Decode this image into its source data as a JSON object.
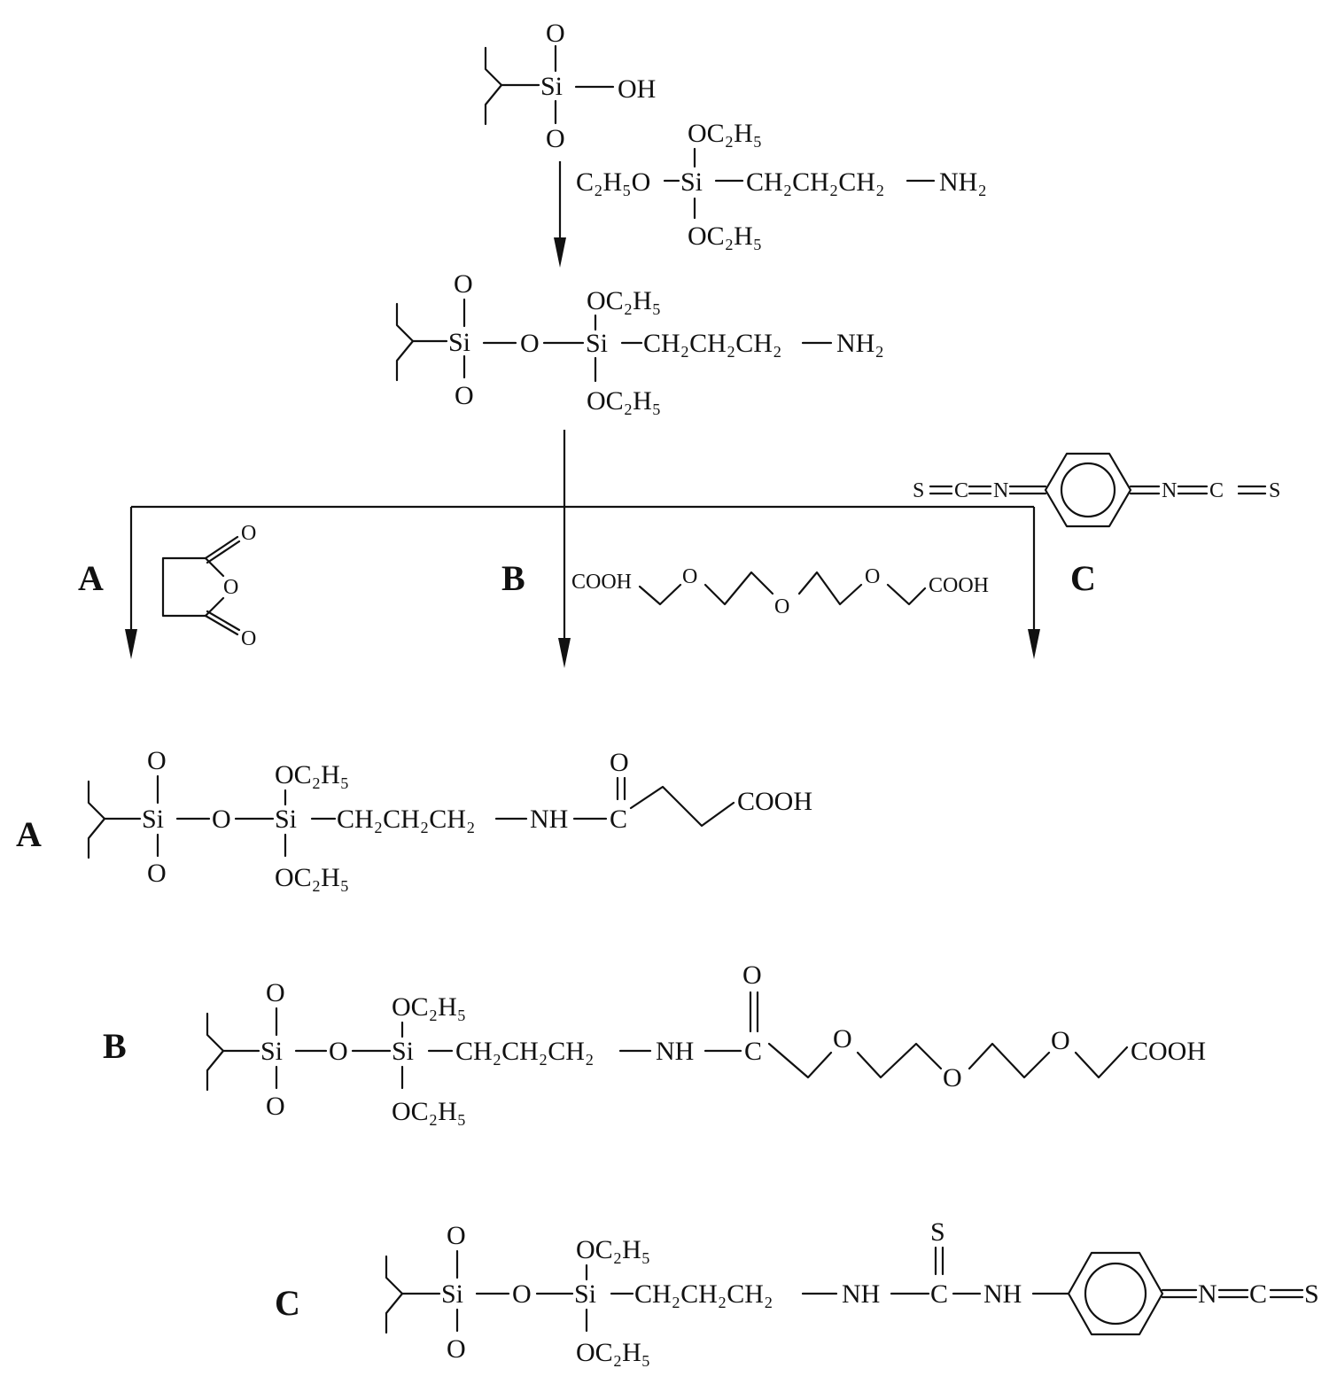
{
  "colors": {
    "ink": "#111111",
    "background": "#ffffff"
  },
  "atoms": {
    "O": "O",
    "Si": "Si",
    "OH": "OH",
    "NH2": "NH₂",
    "NH": "NH",
    "C": "C",
    "S": "S",
    "N": "N",
    "COOH": "COOH",
    "OC2H5": "OC₂H₅",
    "C2H5O": "C₂H₅O",
    "propyl": "CH₂CH₂CH₂"
  },
  "labels": {
    "A": "A",
    "B": "B",
    "C": "C"
  }
}
